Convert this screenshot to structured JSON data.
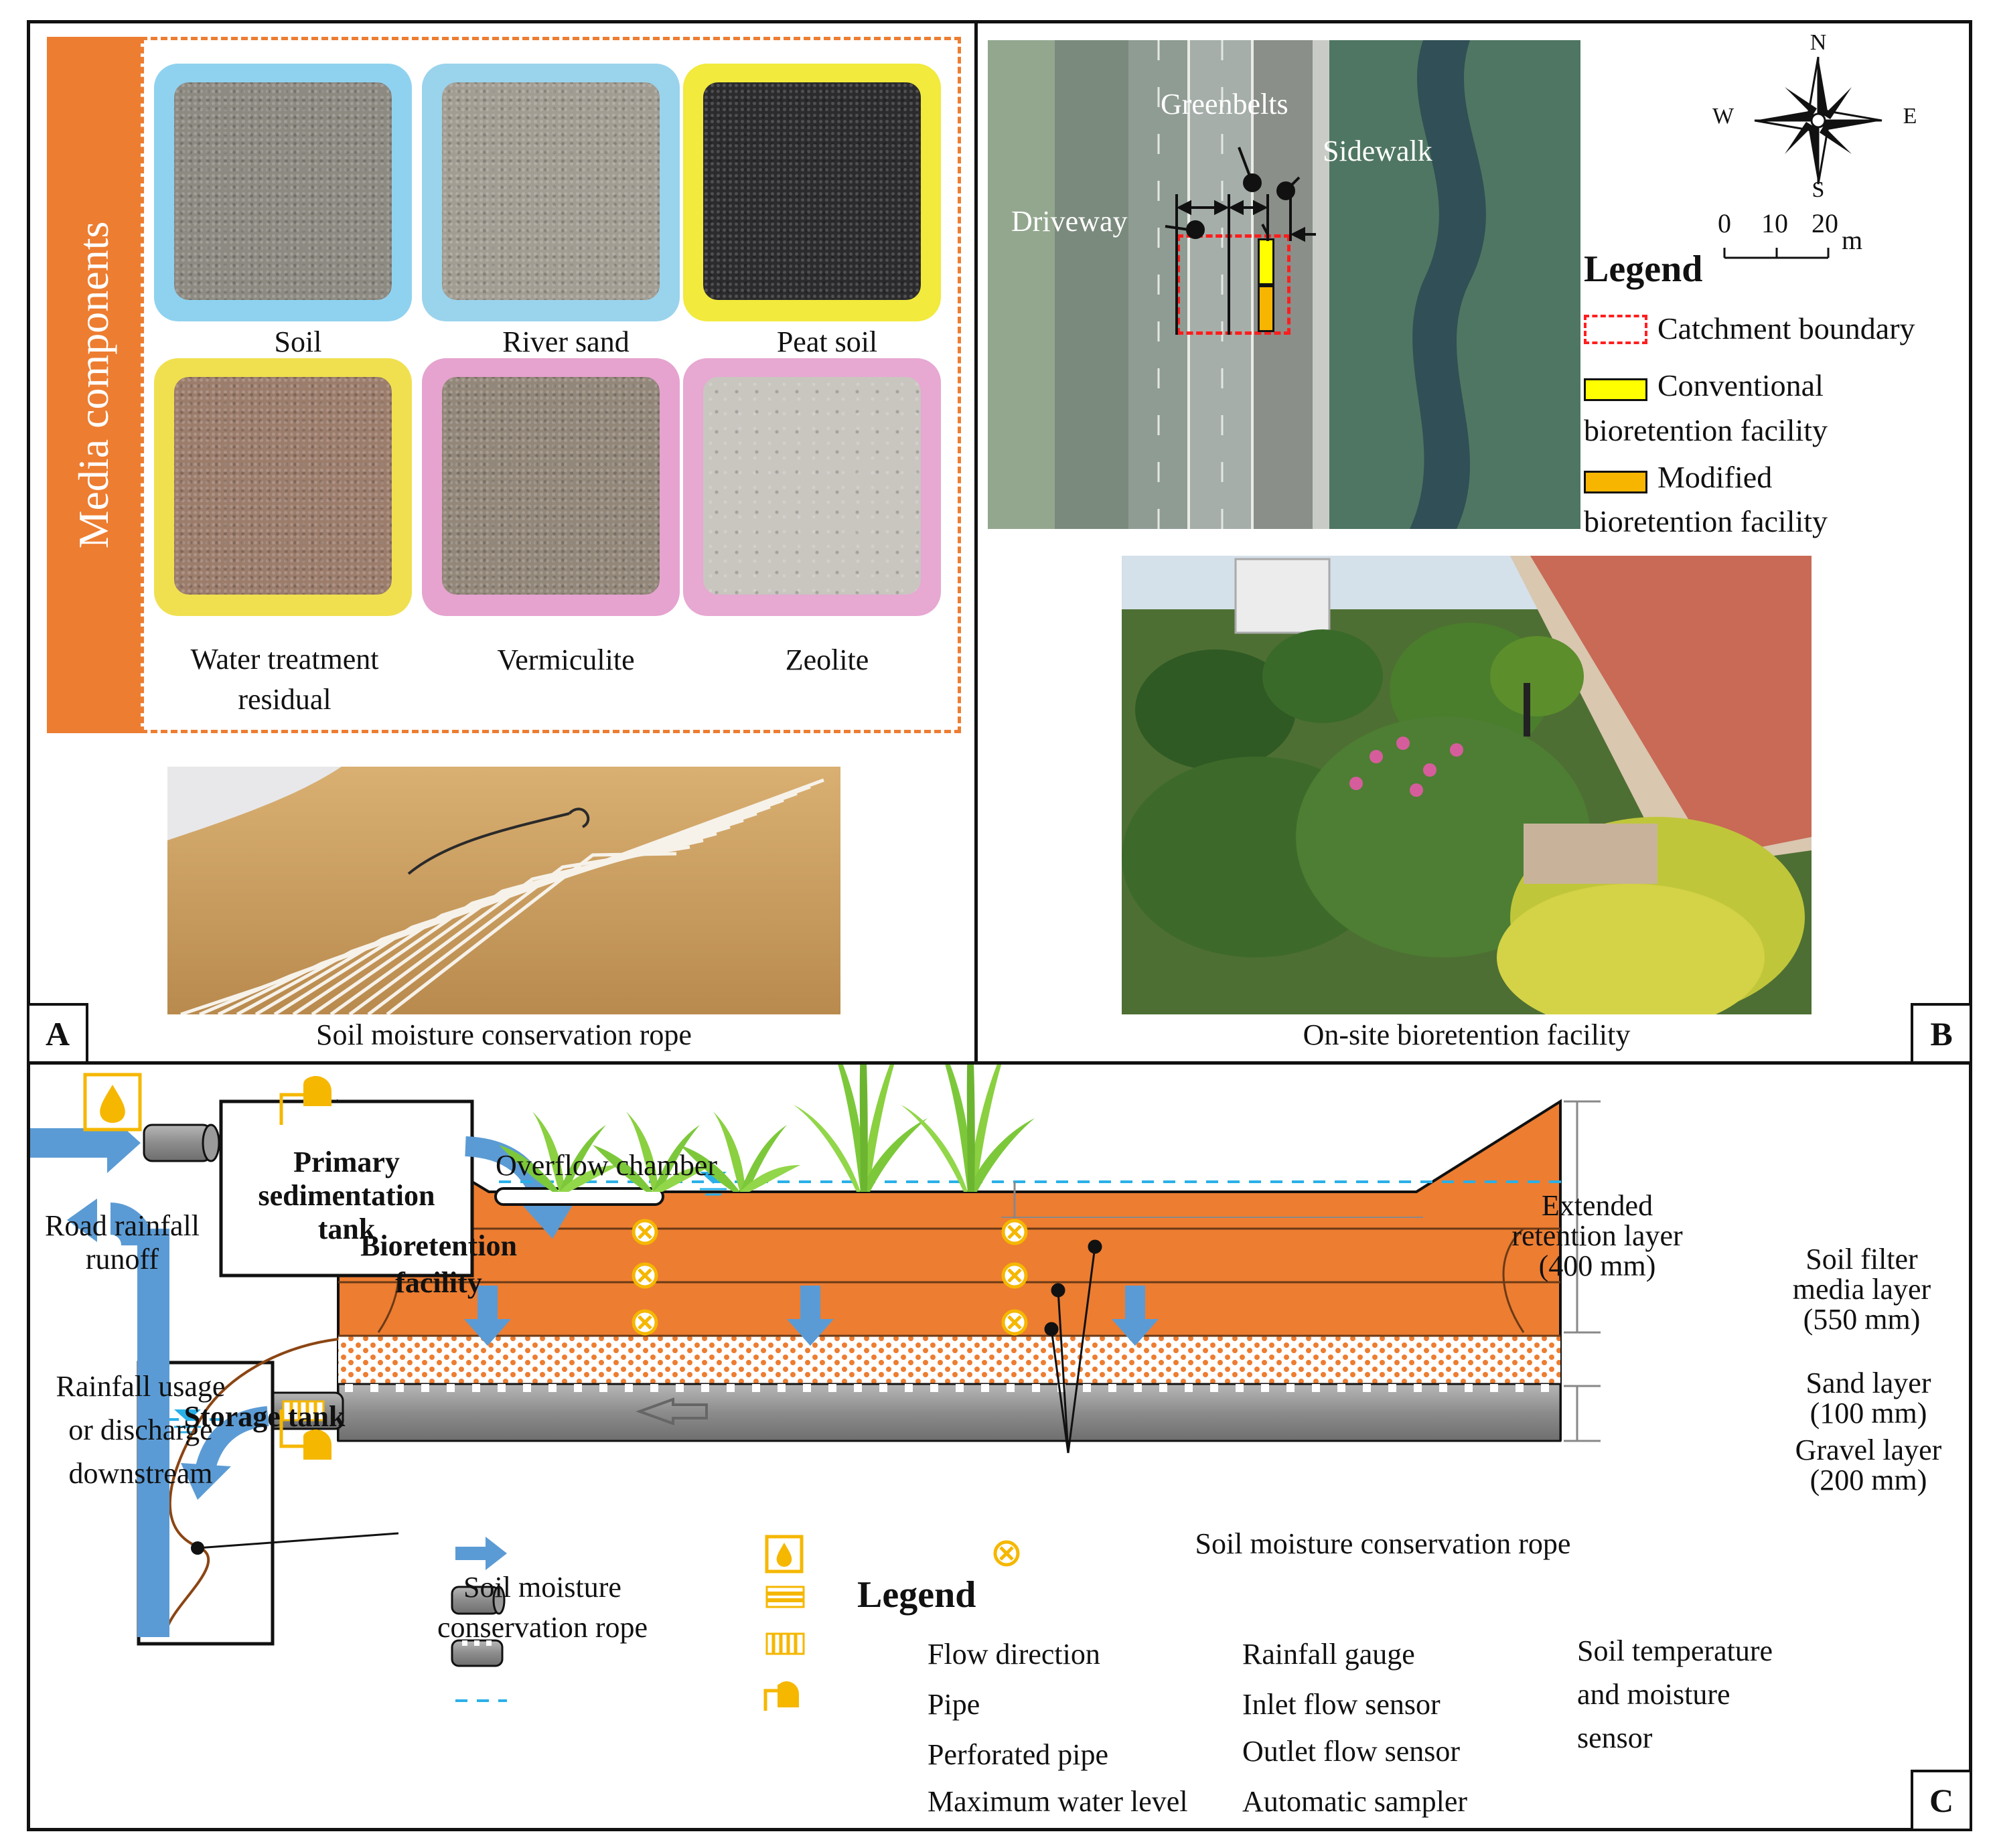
{
  "panel_a": {
    "letter": "A",
    "media_title": "Media components",
    "media": [
      {
        "label": "Soil",
        "tray_color": "#8fd2ef",
        "fill": "#8d8a82"
      },
      {
        "label": "River sand",
        "tray_color": "#9ad3ec",
        "fill": "#a29d93"
      },
      {
        "label": "Peat soil",
        "tray_color": "#f2ea3c",
        "fill": "#2b2b2d"
      },
      {
        "label": "Water treatment residual",
        "tray_color": "#f0e050",
        "fill": "#9c7d6c"
      },
      {
        "label": "Vermiculite",
        "tray_color": "#e6a3cf",
        "fill": "#93877a"
      },
      {
        "label": "Zeolite",
        "tray_color": "#e7a8d2",
        "fill": "#c9c6c0"
      }
    ],
    "rope_caption": "Soil moisture conservation rope"
  },
  "panel_b": {
    "letter": "B",
    "map_labels": {
      "greenbelts": "Greenbelts",
      "sidewalk": "Sidewalk",
      "driveway": "Driveway"
    },
    "compass": {
      "n": "N",
      "s": "S",
      "e": "E",
      "w": "W"
    },
    "scale": {
      "t0": "0",
      "t1": "10",
      "t2": "20",
      "unit": "m"
    },
    "legend_title": "Legend",
    "legend": [
      {
        "label": "Catchment boundary",
        "symbol": "dashed-red-box"
      },
      {
        "label": "Conventional bioretention facility",
        "line1": "Conventional",
        "line2": "bioretention facility",
        "color": "#ffff00"
      },
      {
        "label": "Modified bioretention facility",
        "line1": "Modified",
        "line2": "bioretention facility",
        "color": "#f7b500"
      }
    ],
    "photo_caption": "On-site bioretention facility"
  },
  "panel_c": {
    "letter": "C",
    "road_runoff": {
      "line1": "Road rainfall",
      "line2": "runoff"
    },
    "primary_tank": {
      "line1": "Primary",
      "line2": "sedimentation",
      "line3": "tank"
    },
    "overflow_chamber": "Overflow chamber",
    "facility": {
      "line1": "Bioretention",
      "line2": "facility"
    },
    "extended_layer": {
      "line1": "Extended",
      "line2": "retention layer",
      "line3": "(400 mm)"
    },
    "soil_filter_layer": {
      "line1": "Soil filter",
      "line2": "media layer",
      "line3": "(550 mm)"
    },
    "sand_layer": {
      "line1": "Sand layer",
      "line2": "(100 mm)"
    },
    "gravel_layer": {
      "line1": "Gravel layer",
      "line2": "(200 mm)"
    },
    "rainfall_usage": {
      "line1": "Rainfall usage",
      "line2": "or discharge",
      "line3": "downstream"
    },
    "storage_tank": "Storage tank",
    "rope_label_bottom": "Soil moisture conservation rope",
    "rope_label_tank": {
      "line1": "Soil moisture",
      "line2": "conservation rope"
    },
    "legend_title": "Legend",
    "legend": {
      "flow_direction": "Flow direction",
      "pipe": "Pipe",
      "perforated_pipe": "Perforated pipe",
      "max_water_level": "Maximum water level",
      "rainfall_gauge": "Rainfall gauge",
      "inlet_flow_sensor": "Inlet flow sensor",
      "outlet_flow_sensor": "Outlet flow sensor",
      "automatic_sampler": "Automatic sampler",
      "soil_sensor": {
        "line1": "Soil temperature",
        "line2": "and moisture",
        "line3": "sensor"
      }
    },
    "colors": {
      "orange": "#ed7d31",
      "blue_arrow": "#5b9bd5",
      "yellow_sensor": "#f5b700",
      "pipe_gray": "#8a8a8a",
      "water_line": "#29b0e8",
      "plant_green": "#7cc83a"
    }
  }
}
